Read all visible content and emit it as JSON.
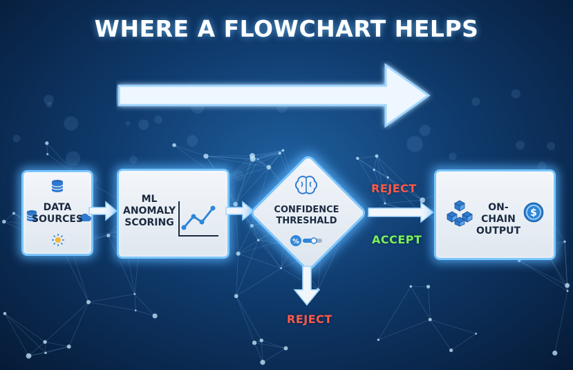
{
  "title": "WHERE A FLOWCHART HELPS",
  "nodes": {
    "sources": {
      "line1": "DATA",
      "line2": "SOURCES"
    },
    "ml": {
      "line1": "ML",
      "line2": "ANOMALY",
      "line3": "SCORING"
    },
    "threshold": {
      "line1": "CONFIDENCE",
      "line2": "THRESHALD"
    },
    "output": {
      "line1": "ON-CHAIN",
      "line2": "OUTPUT"
    }
  },
  "flow_labels": {
    "reject_top": "REJECT",
    "accept": "ACCEPT",
    "reject_bottom": "REJECT"
  },
  "icons": {
    "sources": [
      "database-icon",
      "database-icon",
      "cloud-icon",
      "sun-icon"
    ],
    "ml": "line-chart-icon",
    "threshold": [
      "brain-icon",
      "percent-slider-icon"
    ],
    "output": [
      "blockchain-cubes-icon",
      "dollar-coin-icon"
    ]
  },
  "colors": {
    "reject": "#ff5a4a",
    "accept": "#7cf05a",
    "glow": "#7ac6ff",
    "background": "#0f3a6c"
  }
}
